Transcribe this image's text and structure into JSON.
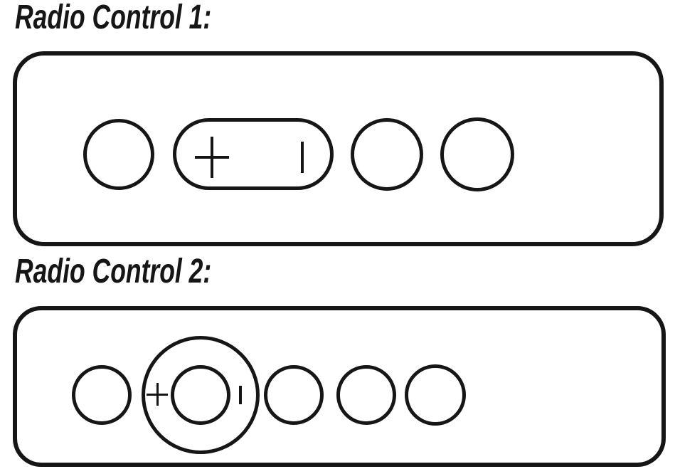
{
  "page": {
    "background_color": "#ffffff",
    "line_color": "#161616"
  },
  "icons": {
    "plus": "plus-icon",
    "power_bar": "power-bar-icon"
  },
  "remotes": [
    {
      "title": "Radio Control 1:",
      "rocker": {
        "left_symbol": "+",
        "right_symbol": "|"
      },
      "plain_round_button_count": 3
    },
    {
      "title": "Radio Control 2:",
      "dial": {
        "left_symbol": "+",
        "right_symbol": "|"
      },
      "plain_round_button_count": 4
    }
  ]
}
